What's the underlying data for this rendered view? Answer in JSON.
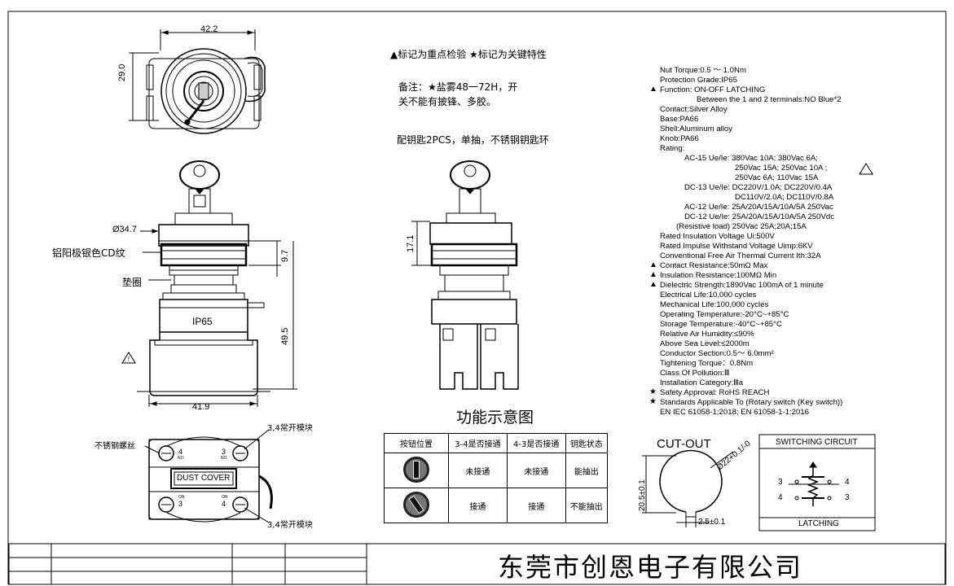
{
  "dimensions": {
    "top_width": "42.2",
    "top_height": "29.0",
    "diameter": "Ø34.7",
    "ring_height": "9.7",
    "body_height": "49.5",
    "bottom_width": "41.9",
    "side_height": "17.1"
  },
  "left_labels": {
    "finish": "铝阳极银色CD纹",
    "washer": "垫圈",
    "ip": "IP65",
    "screw": "不锈钢螺丝",
    "module_top": "3,4常开模块",
    "module_bottom": "3,4常开模块",
    "dust_cover": "DUST COVER",
    "term4": "4",
    "term3": "3",
    "term_no": "NO",
    "term_on": "ON"
  },
  "notes": {
    "legend": "▲标记为重点检验 ★标记为关键特性",
    "remark": "备注：★盐雾48一72H，开",
    "remark2": "关不能有披锋、多胶。",
    "keys": "配钥匙2PCS，单抽，不锈钢钥匙环"
  },
  "specs": [
    {
      "mark": "",
      "text": "Nut Torque:0.5 ～ 1.0Nm"
    },
    {
      "mark": "",
      "text": "Protection Grade:IP65"
    },
    {
      "mark": "▲",
      "text": "Function: ON-OFF LATCHING"
    },
    {
      "mark": "",
      "text": "Between the 1 and 2 terminals:NO Blue*2",
      "indent": 45
    },
    {
      "mark": "",
      "text": "Contact:Silver Alloy"
    },
    {
      "mark": "",
      "text": "Base:PA66"
    },
    {
      "mark": "",
      "text": "Shell:Aluminum alloy"
    },
    {
      "mark": "",
      "text": "Knob:PA66"
    },
    {
      "mark": "",
      "text": "Rating:"
    },
    {
      "mark": "",
      "text": "AC-15 Ue/Ie: 380Vac 10A;   380Vac 6A;",
      "indent": 30
    },
    {
      "mark": "",
      "text": "250Vac 15A;   250Vac  10A ;",
      "indent": 92
    },
    {
      "mark": "",
      "text": "250Vac 6A;     110Vac 15A",
      "indent": 92
    },
    {
      "mark": "",
      "text": "DC-13 Ue/Ie: DC220V/1.0A;  DC220V/0.4A",
      "indent": 30
    },
    {
      "mark": "",
      "text": "DC110V/2.0A;  DC110V/0.8A",
      "indent": 92
    },
    {
      "mark": "",
      "text": "AC-12 Ue/Ie: 25A/20A/15A/10A/5A 250Vac",
      "indent": 30
    },
    {
      "mark": "",
      "text": "DC-12 Ue/Ie: 25A/20A/15A/10A/5A 250Vdc",
      "indent": 30
    },
    {
      "mark": "",
      "text": "(Resistive load)  250Vac 25A;20A;15A",
      "indent": 20
    },
    {
      "mark": "",
      "text": "Rated Insulation Voltage Ui:500V"
    },
    {
      "mark": "",
      "text": "Rated Impulse Withstand Voltage Uimp:6KV"
    },
    {
      "mark": "",
      "text": "Conventional Free Air Thermal Current Ith:32A"
    },
    {
      "mark": "▲",
      "text": "Contact Resistance:50mΩ Max"
    },
    {
      "mark": "▲",
      "text": "Insulation Resistance:100MΩ Min"
    },
    {
      "mark": "▲",
      "text": "Dielectric Strength:1890Vac  100mA  of  1 minute"
    },
    {
      "mark": "",
      "text": "Electrical Life:10,000 cycles"
    },
    {
      "mark": "",
      "text": "Mechanical Life:100,000 cycles"
    },
    {
      "mark": "",
      "text": "Operating Temperature:-20°C~+85°C"
    },
    {
      "mark": "",
      "text": "Storage Temperature:-40°C~+85°C"
    },
    {
      "mark": "",
      "text": "Relative Air Humidity:≤90%"
    },
    {
      "mark": "",
      "text": "Above Sea Level:≤2000m"
    },
    {
      "mark": "",
      "text": "Conductor Section:0.5～ 6.0mm²"
    },
    {
      "mark": "",
      "text": "Tightening Torque：0.8Nm"
    },
    {
      "mark": "",
      "text": "Class Of Pollution:Ⅲ"
    },
    {
      "mark": "",
      "text": "Installation Category:Ⅲa"
    },
    {
      "mark": "★",
      "text": "Safety Approval:  RoHS   REACH"
    },
    {
      "mark": "★",
      "text": "Standards Applicable To (Rotary switch (Key switch))"
    },
    {
      "mark": "",
      "text": "EN IEC 61058-1:2018; EN 61058-1-1:2016"
    }
  ],
  "function_table": {
    "title": "功能示意图",
    "headers": [
      "按钮位置",
      "3-4是否接通",
      "4-3是否接通",
      "钥匙状态"
    ],
    "rows": [
      [
        "",
        "未接通",
        "未接通",
        "能抽出"
      ],
      [
        "",
        "接通",
        "接通",
        "不能抽出"
      ]
    ]
  },
  "cutout": {
    "title": "CUT-OUT",
    "dia": "Ø22+0.1/-0",
    "height": "20.5±0.1",
    "slot": "2.5±0.1"
  },
  "circuit": {
    "title": "SWITCHING CIRCUIT",
    "footer": "LATCHING",
    "l1": "3",
    "r1": "4",
    "l2": "4",
    "r2": "3"
  },
  "company": "东莞市创恩电子有限公司"
}
